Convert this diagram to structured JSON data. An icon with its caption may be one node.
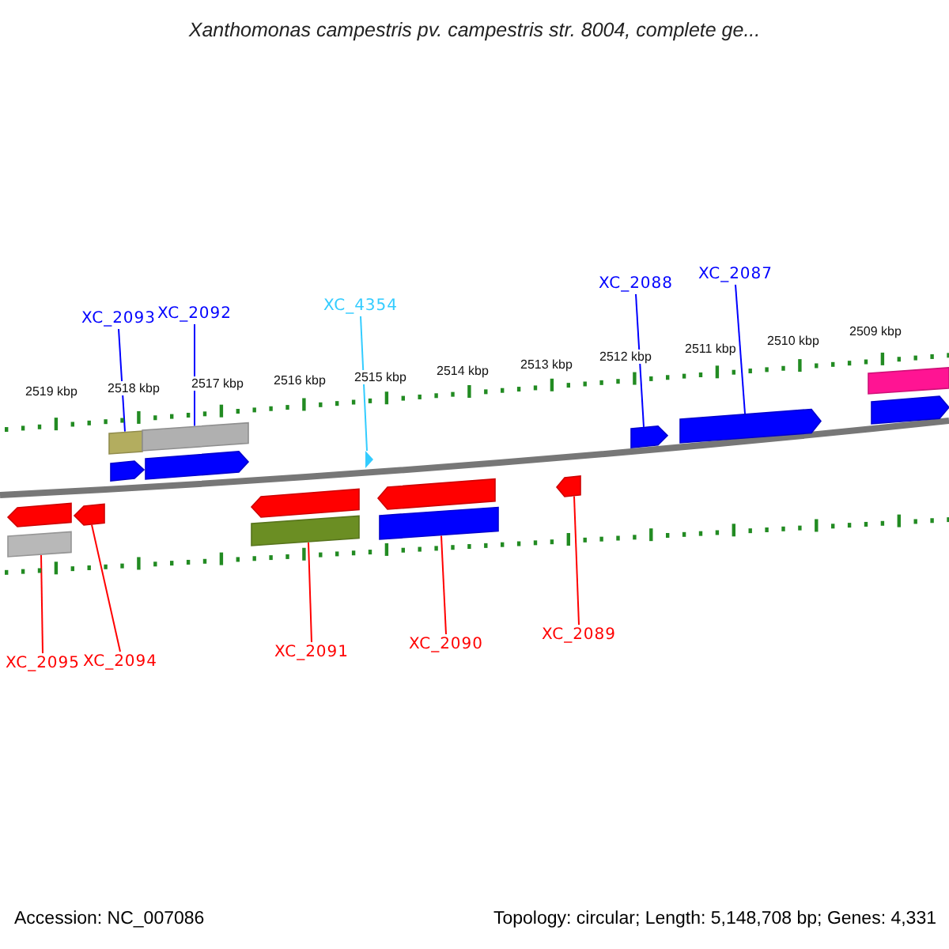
{
  "diagram": {
    "title": "Xanthomonas campestris pv. campestris str. 8004, complete ge...",
    "nodes": [
      {
        "text": [
          "XC_2093"
        ]
      },
      {
        "text": [
          "XC_2092"
        ]
      },
      {
        "text": [
          "XC_4354"
        ]
      },
      {
        "text": [
          "XC_2088"
        ]
      },
      {
        "text": [
          "XC_2087"
        ]
      },
      {
        "text": [
          "XC_2095"
        ]
      },
      {
        "text": [
          "XC_2094"
        ]
      },
      {
        "text": [
          "XC_2091"
        ]
      },
      {
        "text": [
          "XC_2090"
        ]
      },
      {
        "text": [
          "XC_2089"
        ]
      },
      {
        "text": [],
        "shape": "pentagon"
      },
      {
        "text": [],
        "shape": "bar"
      },
      {
        "text": [],
        "shape": "pentagon"
      },
      {
        "text": [],
        "shape": "bar"
      },
      {
        "text": [],
        "shape": "pentagon"
      },
      {
        "text": [],
        "shape": "bar"
      },
      {
        "text": [],
        "shape": "pentagon"
      },
      {
        "text": [],
        "shape": "pentagon"
      },
      {
        "text": [],
        "shape": "bar"
      },
      {
        "text": [],
        "shape": "triangle"
      },
      {
        "text": [],
        "shape": "pentagon"
      },
      {
        "text": [],
        "shape": "bar"
      },
      {
        "text": [],
        "shape": "pentagon"
      },
      {
        "text": [],
        "shape": "pentagon"
      },
      {
        "text": [],
        "shape": "pentagon"
      },
      {
        "text": [],
        "shape": "bar"
      },
      {
        "text": [],
        "shape": "pentagon"
      }
    ],
    "edges": [
      {
        "from": 0,
        "to": 13,
        "arrow": "none",
        "color": "#0000ff"
      },
      {
        "from": 1,
        "to": 15,
        "arrow": "none",
        "color": "#0000ff"
      },
      {
        "from": 2,
        "to": 19,
        "arrow": "none",
        "color": "#33ccff"
      },
      {
        "from": 3,
        "to": 23,
        "arrow": "none",
        "color": "#0000ff"
      },
      {
        "from": 4,
        "to": 24,
        "arrow": "none",
        "color": "#0000ff"
      },
      {
        "from": 5,
        "to": 11,
        "arrow": "none"
      },
      {
        "from": 6,
        "to": 12,
        "arrow": "none"
      },
      {
        "from": 7,
        "to": 18,
        "arrow": "none"
      },
      {
        "from": 8,
        "to": 21,
        "arrow": "none"
      },
      {
        "from": 9,
        "to": 22,
        "arrow": "none"
      }
    ],
    "labels": [
      "2519 kbp",
      "2518 kbp",
      "2517 kbp",
      "2516 kbp",
      "2515 kbp",
      "2514 kbp",
      "2513 kbp",
      "2512 kbp",
      "2511 kbp",
      "2510 kbp",
      "2509 kbp",
      "Accession: NC_007086",
      "Topology: circular; Length: 5,148,708 bp; Genes: 4,331"
    ]
  }
}
